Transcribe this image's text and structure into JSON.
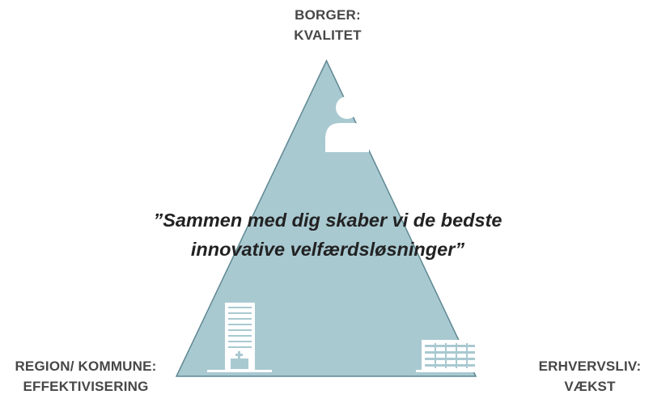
{
  "colors": {
    "triangle_fill": "#a9c9d1",
    "triangle_stroke": "#5f8893",
    "icon_fill": "#ffffff",
    "label_text": "#474747",
    "quote_text": "#222222"
  },
  "icons": {
    "top": "person-icon",
    "left": "hospital-building-icon",
    "right": "factory-icon"
  },
  "labels": {
    "top": {
      "line1": "BORGER:",
      "line2": "KVALITET"
    },
    "left": {
      "line1": "REGION/ KOMMUNE:",
      "line2": "EFFEKTIVISERING"
    },
    "right": {
      "line1": "ERHVERVSLIV:",
      "line2": "VÆKST"
    }
  },
  "quote": {
    "line1": "”Sammen med dig skaber vi de bedste",
    "line2": "innovative velfærdsløsninger”"
  }
}
